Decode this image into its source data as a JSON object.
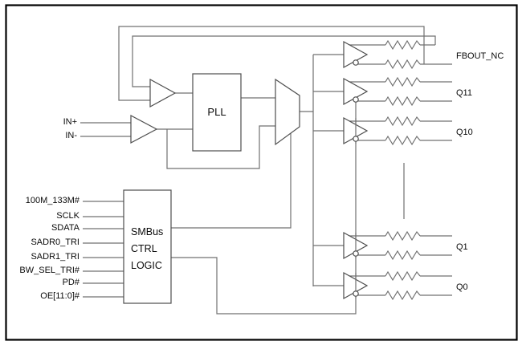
{
  "blocks": {
    "pll": {
      "label": "PLL"
    },
    "smbus": {
      "line1": "SMBus",
      "line2": "CTRL",
      "line3": "LOGIC"
    }
  },
  "inputs": {
    "clock": [
      {
        "label": "IN+"
      },
      {
        "label": "IN-"
      }
    ],
    "control": [
      {
        "label": "100M_133M#"
      },
      {
        "label": "SCLK"
      },
      {
        "label": "SDATA"
      },
      {
        "label": "SADR0_TRI"
      },
      {
        "label": "SADR1_TRI"
      },
      {
        "label": "BW_SEL_TRI#"
      },
      {
        "label": "PD#"
      },
      {
        "label": "OE[11:0]#"
      }
    ]
  },
  "outputs": [
    {
      "label": "FBOUT_NC"
    },
    {
      "label": "Q11"
    },
    {
      "label": "Q10"
    },
    {
      "label": "Q1"
    },
    {
      "label": "Q0"
    }
  ],
  "icons": {
    "buffer": "amplifier-triangle",
    "inverted_output": "bubble-circle",
    "resistor": "zigzag",
    "mux": "trapezoid",
    "continuation": "vertical-ellipsis-line"
  },
  "colors": {
    "wire": "#707070",
    "shape": "#4d4d4d",
    "text": "#0a0a0a",
    "border": "#000000",
    "background": "#ffffff"
  }
}
